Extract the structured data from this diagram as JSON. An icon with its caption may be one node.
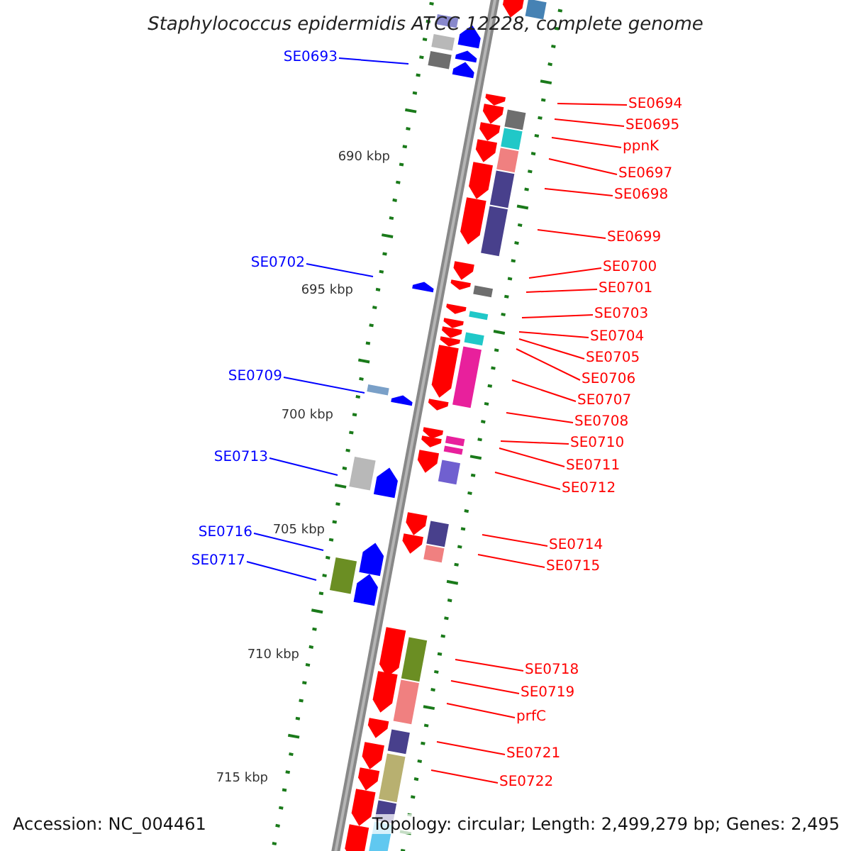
{
  "diagram": {
    "title": "Staphylococcus epidermidis ATCC 12228, complete genome",
    "nodes": [
      {
        "text": [
          "SE0693"
        ]
      },
      {
        "text": [
          "SE0694"
        ]
      },
      {
        "text": [
          "SE0695"
        ]
      },
      {
        "text": [
          "ppnK"
        ]
      },
      {
        "text": [
          "SE0697"
        ]
      },
      {
        "text": [
          "SE0698"
        ]
      },
      {
        "text": [
          "SE0699"
        ]
      },
      {
        "text": [
          "SE0702"
        ]
      },
      {
        "text": [
          "SE0700"
        ]
      },
      {
        "text": [
          "SE0701"
        ]
      },
      {
        "text": [
          "SE0703"
        ]
      },
      {
        "text": [
          "SE0704"
        ]
      },
      {
        "text": [
          "SE0705"
        ]
      },
      {
        "text": [
          "SE0709"
        ]
      },
      {
        "text": [
          "SE0706"
        ]
      },
      {
        "text": [
          "SE0707"
        ]
      },
      {
        "text": [
          "SE0708"
        ]
      },
      {
        "text": [
          "SE0710"
        ]
      },
      {
        "text": [
          "SE0713"
        ]
      },
      {
        "text": [
          "SE0711"
        ]
      },
      {
        "text": [
          "SE0712"
        ]
      },
      {
        "text": [
          "SE0716"
        ]
      },
      {
        "text": [
          "SE0714"
        ]
      },
      {
        "text": [
          "SE0717"
        ]
      },
      {
        "text": [
          "SE0715"
        ]
      },
      {
        "text": [
          "SE0718"
        ]
      },
      {
        "text": [
          "SE0719"
        ]
      },
      {
        "text": [
          "prfC"
        ]
      },
      {
        "text": [
          "SE0721"
        ]
      },
      {
        "text": [
          "SE0722"
        ]
      }
    ],
    "edges": [
      {
        "from": 0,
        "to": null,
        "arrow": "none",
        "color": "#0000ff"
      },
      {
        "from": 1,
        "to": null,
        "arrow": "none"
      },
      {
        "from": 2,
        "to": null,
        "arrow": "none"
      },
      {
        "from": 3,
        "to": null,
        "arrow": "none"
      },
      {
        "from": 4,
        "to": null,
        "arrow": "none"
      },
      {
        "from": 5,
        "to": null,
        "arrow": "none"
      },
      {
        "from": 6,
        "to": null,
        "arrow": "none"
      },
      {
        "from": 7,
        "to": null,
        "arrow": "none",
        "color": "#0000ff"
      },
      {
        "from": 8,
        "to": null,
        "arrow": "none"
      },
      {
        "from": 9,
        "to": null,
        "arrow": "none"
      },
      {
        "from": 10,
        "to": null,
        "arrow": "none"
      },
      {
        "from": 11,
        "to": null,
        "arrow": "none"
      },
      {
        "from": 12,
        "to": null,
        "arrow": "none"
      },
      {
        "from": 13,
        "to": null,
        "arrow": "none",
        "color": "#0000ff"
      },
      {
        "from": 14,
        "to": null,
        "arrow": "none"
      },
      {
        "from": 15,
        "to": null,
        "arrow": "none"
      },
      {
        "from": 16,
        "to": null,
        "arrow": "none"
      },
      {
        "from": 17,
        "to": null,
        "arrow": "none"
      },
      {
        "from": 18,
        "to": null,
        "arrow": "none",
        "color": "#0000ff"
      },
      {
        "from": 19,
        "to": null,
        "arrow": "none"
      },
      {
        "from": 20,
        "to": null,
        "arrow": "none"
      },
      {
        "from": 21,
        "to": null,
        "arrow": "none",
        "color": "#0000ff"
      },
      {
        "from": 22,
        "to": null,
        "arrow": "none"
      },
      {
        "from": 23,
        "to": null,
        "arrow": "none",
        "color": "#0000ff"
      },
      {
        "from": 24,
        "to": null,
        "arrow": "none"
      },
      {
        "from": 25,
        "to": null,
        "arrow": "none"
      },
      {
        "from": 26,
        "to": null,
        "arrow": "none"
      },
      {
        "from": 27,
        "to": null,
        "arrow": "none"
      },
      {
        "from": 28,
        "to": null,
        "arrow": "none"
      },
      {
        "from": 29,
        "to": null,
        "arrow": "none"
      }
    ],
    "labels": [
      "690 kbp",
      "695 kbp",
      "700 kbp",
      "705 kbp",
      "710 kbp",
      "715 kbp",
      "Accession: NC_004461",
      "Topology: circular; Length: 2,499,279 bp; Genes: 2,495"
    ]
  }
}
